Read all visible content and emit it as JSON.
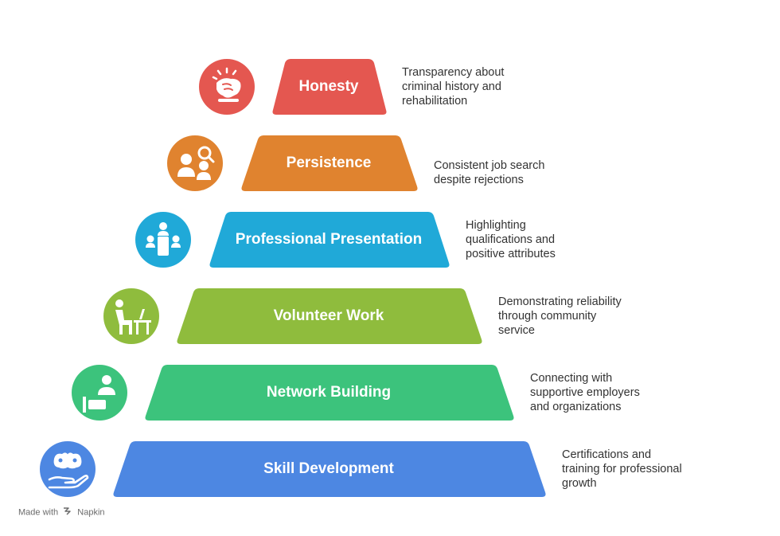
{
  "pyramid": {
    "tiers": [
      {
        "label": "Honesty",
        "description": [
          "Transparency about",
          "criminal history and",
          "rehabilitation"
        ],
        "color": "#E45750",
        "icon": "handshake-icon"
      },
      {
        "label": "Persistence",
        "description": [
          "Consistent job search",
          "despite rejections"
        ],
        "color": "#E0832F",
        "icon": "people-search-icon"
      },
      {
        "label": "Professional Presentation",
        "description": [
          "Highlighting",
          "qualifications and",
          "positive attributes"
        ],
        "color": "#20A9D8",
        "icon": "meeting-table-icon"
      },
      {
        "label": "Volunteer Work",
        "description": [
          "Demonstrating reliability",
          "through community",
          "service"
        ],
        "color": "#8FBC3D",
        "icon": "person-at-desk-icon"
      },
      {
        "label": "Network Building",
        "description": [
          "Connecting with",
          "supportive employers",
          "and organizations"
        ],
        "color": "#3CC37C",
        "icon": "reception-desk-icon"
      },
      {
        "label": "Skill Development",
        "description": [
          "Certifications and",
          "training for professional",
          "growth"
        ],
        "color": "#4D87E2",
        "icon": "hand-brain-icon"
      }
    ]
  },
  "footer": {
    "made_with": "Made with",
    "brand": "Napkin"
  }
}
